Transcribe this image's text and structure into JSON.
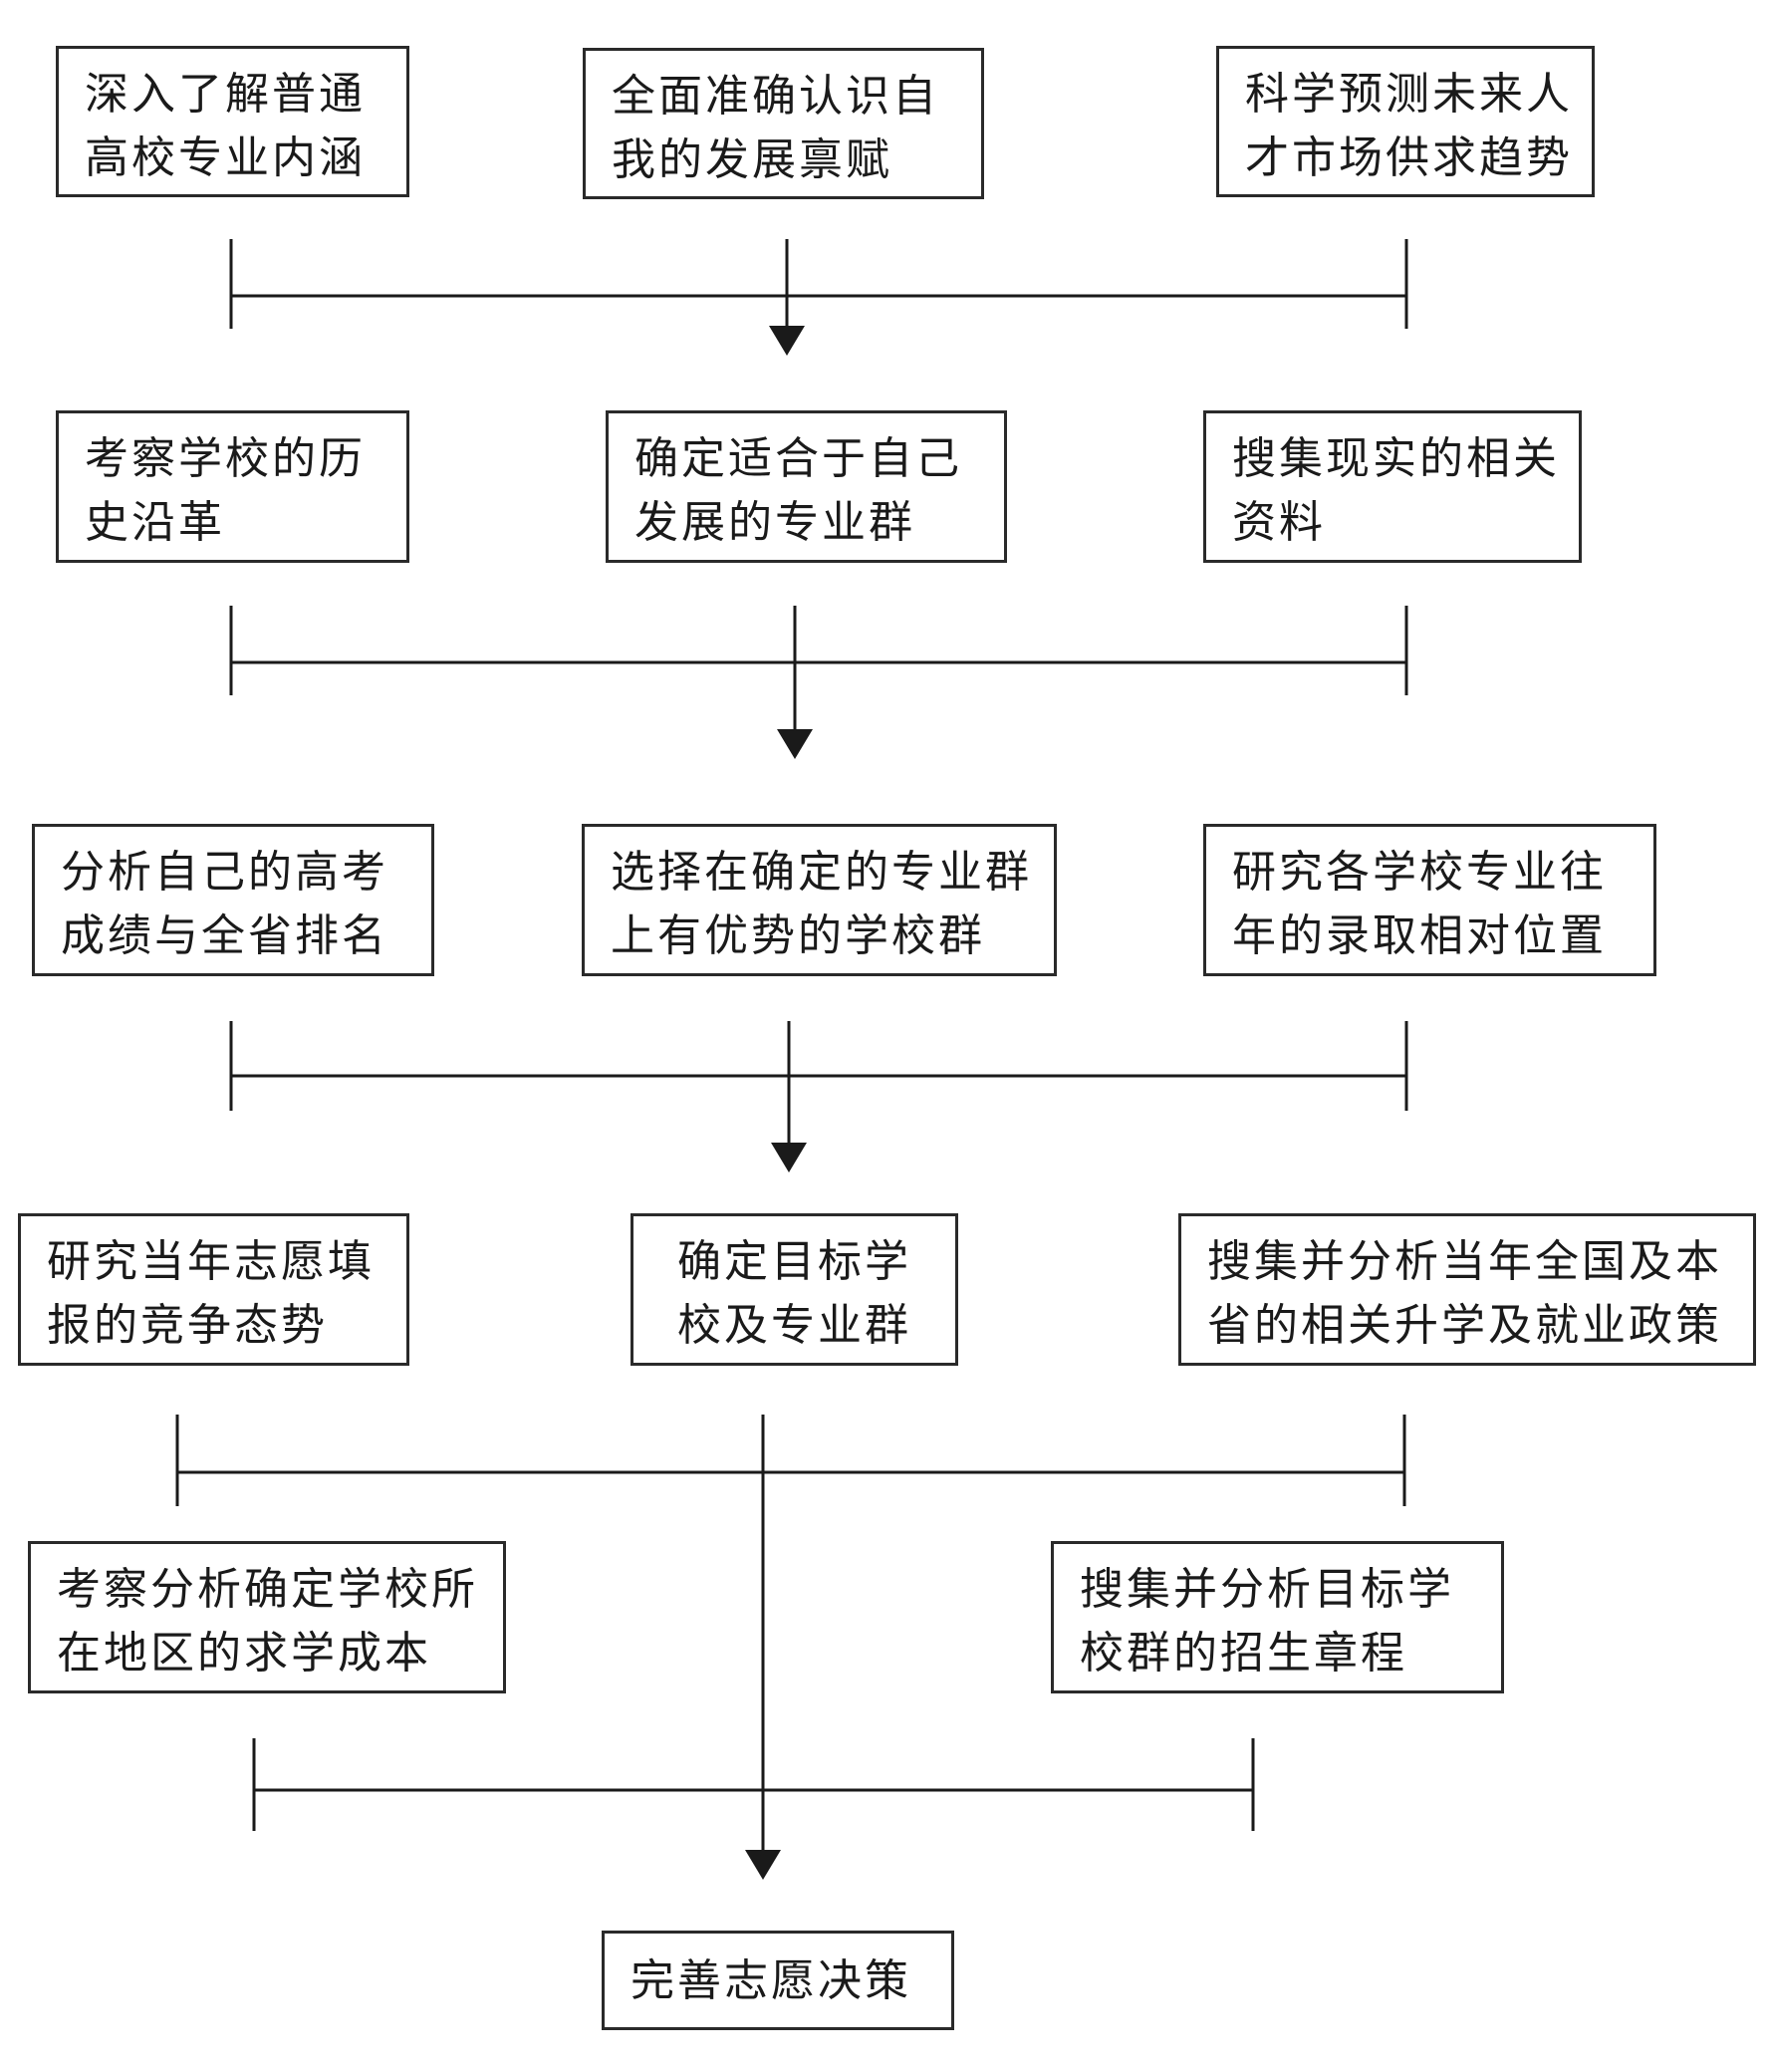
{
  "row1": {
    "left": [
      "深入了解普通",
      "高校专业内涵"
    ],
    "center": [
      "全面准确认识自",
      "我的发展禀赋"
    ],
    "right": [
      "科学预测未来人",
      "才市场供求趋势"
    ]
  },
  "row2": {
    "left": [
      "考察学校的历",
      "史沿革"
    ],
    "center": [
      "确定适合于自己",
      "发展的专业群"
    ],
    "right": [
      "搜集现实的相关",
      "资料"
    ]
  },
  "row3": {
    "left": [
      "分析自己的高考",
      "成绩与全省排名"
    ],
    "center": [
      "选择在确定的专业群",
      "上有优势的学校群"
    ],
    "right": [
      "研究各学校专业往",
      "年的录取相对位置"
    ]
  },
  "row4": {
    "left": [
      "研究当年志愿填",
      "报的竞争态势"
    ],
    "center": [
      "确定目标学",
      "校及专业群"
    ],
    "right": [
      "搜集并分析当年全国及本",
      "省的相关升学及就业政策"
    ]
  },
  "row5": {
    "left": [
      "考察分析确定学校所",
      "在地区的求学成本"
    ],
    "right": [
      "搜集并分析目标学",
      "校群的招生章程"
    ]
  },
  "final": [
    "完善志愿决策"
  ]
}
